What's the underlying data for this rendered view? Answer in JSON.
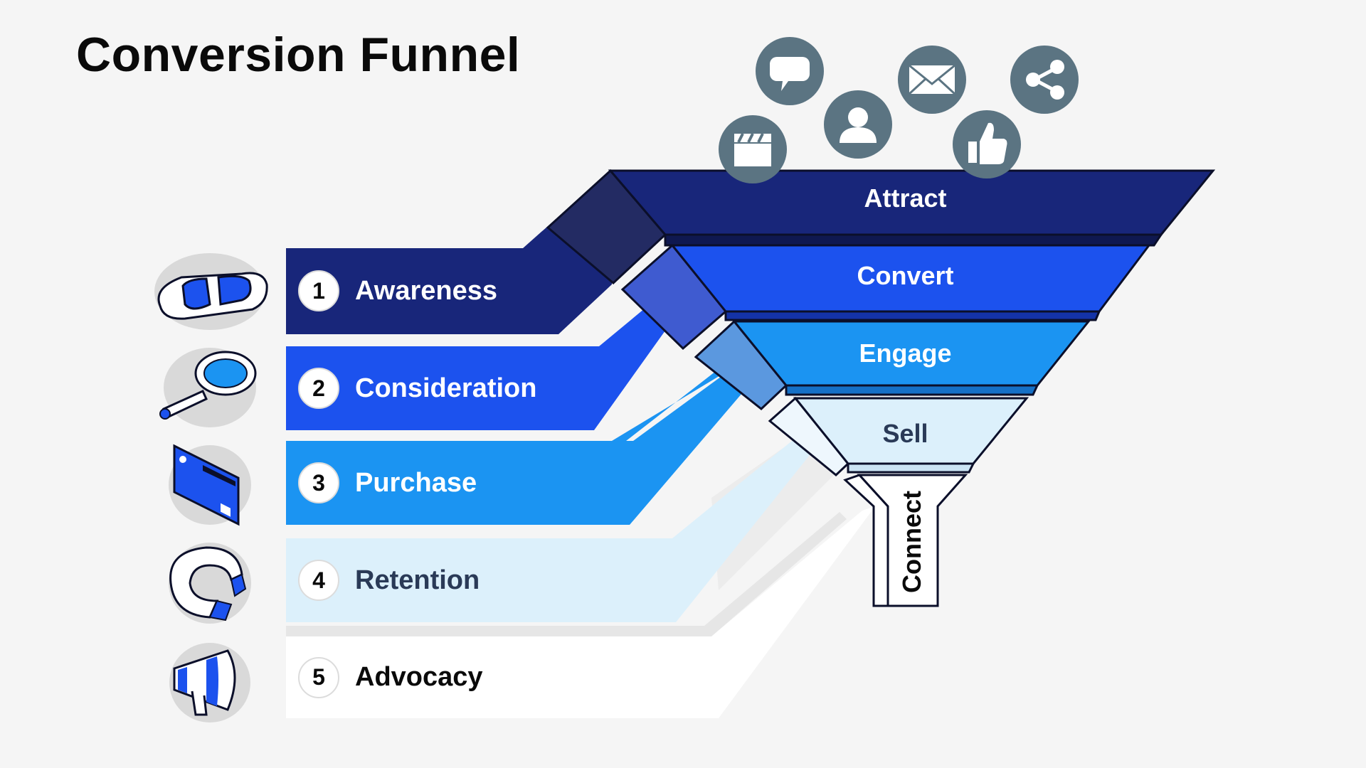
{
  "title": "Conversion Funnel",
  "stages": [
    {
      "number": "1",
      "label": "Awareness",
      "icon": "goggles-icon",
      "color": "#18267a",
      "text_color": "#ffffff"
    },
    {
      "number": "2",
      "label": "Consideration",
      "icon": "magnifying-glass-icon",
      "color": "#1c52ee",
      "text_color": "#ffffff"
    },
    {
      "number": "3",
      "label": "Purchase",
      "icon": "credit-card-icon",
      "color": "#1b94f2",
      "text_color": "#ffffff"
    },
    {
      "number": "4",
      "label": "Retention",
      "icon": "magnet-icon",
      "color": "#dcf0fb",
      "text_color": "#2a3a57"
    },
    {
      "number": "5",
      "label": "Advocacy",
      "icon": "megaphone-icon",
      "color": "#ffffff",
      "text_color": "#0a0a0a"
    }
  ],
  "funnel": {
    "levels": [
      "Attract",
      "Convert",
      "Engage",
      "Sell"
    ],
    "spout": "Connect"
  },
  "social_icons": [
    "clapperboard-icon",
    "chat-bubble-icon",
    "user-icon",
    "envelope-icon",
    "thumbs-up-icon",
    "share-icon"
  ],
  "colors": {
    "background": "#f5f5f5",
    "icon_circle": "#5b7482",
    "icon_blob": "#d9d9d9"
  }
}
